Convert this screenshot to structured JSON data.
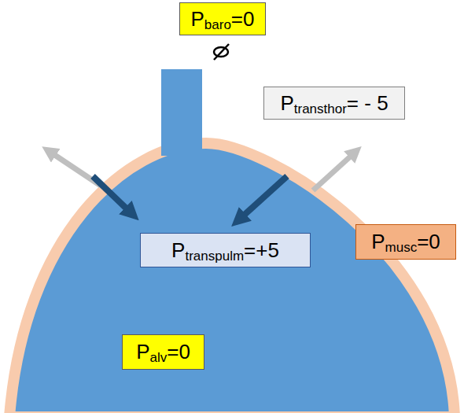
{
  "diagram": {
    "nodes": [
      {
        "text": [
          "Pbaro=0"
        ]
      },
      {
        "text": [
          "Ptransthor= - 5"
        ]
      },
      {
        "text": [
          "Ptranspulm=+5"
        ]
      },
      {
        "text": [
          "Pmusc=0"
        ]
      },
      {
        "text": [
          "Palv=0"
        ]
      }
    ]
  }
}
